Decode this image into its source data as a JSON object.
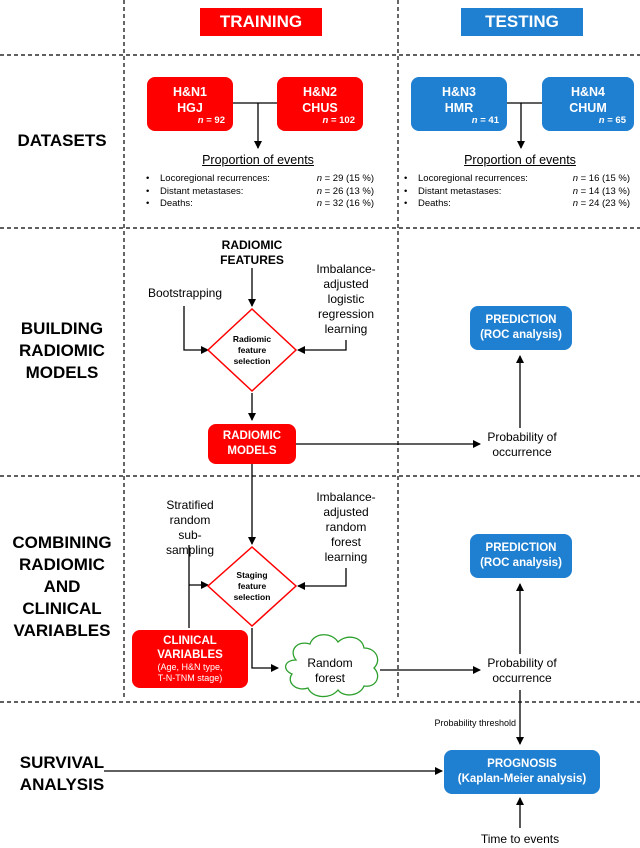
{
  "headers": {
    "training": "TRAINING",
    "testing": "TESTING"
  },
  "rows": {
    "datasets": [
      "DATASETS"
    ],
    "building": [
      "BUILDING",
      "RADIOMIC",
      "MODELS"
    ],
    "combining": [
      "COMBINING",
      "RADIOMIC",
      "AND",
      "CLINICAL",
      "VARIABLES"
    ],
    "survival": [
      "SURVIVAL",
      "ANALYSIS"
    ]
  },
  "datasets": {
    "training": [
      {
        "line1": "H&N1",
        "line2": "HGJ",
        "n_label": "n",
        "n_value": "= 92"
      },
      {
        "line1": "H&N2",
        "line2": "CHUS",
        "n_label": "n",
        "n_value": "= 102"
      }
    ],
    "testing": [
      {
        "line1": "H&N3",
        "line2": "HMR",
        "n_label": "n",
        "n_value": "= 41"
      },
      {
        "line1": "H&N4",
        "line2": "CHUM",
        "n_label": "n",
        "n_value": "= 65"
      }
    ]
  },
  "events": {
    "title": "Proportion of events",
    "bullet": "•",
    "training": [
      {
        "label": "Locoregional recurrences:",
        "n": "n",
        "value": "= 29 (15 %)"
      },
      {
        "label": "Distant metastases:",
        "n": "n",
        "value": "= 26 (13 %)"
      },
      {
        "label": "Deaths:",
        "n": "n",
        "value": "= 32 (16 %)"
      }
    ],
    "testing": [
      {
        "label": "Locoregional recurrences:",
        "n": "n",
        "value": "= 16 (15 %)"
      },
      {
        "label": "Distant metastases:",
        "n": "n",
        "value": "= 14 (13 %)"
      },
      {
        "label": "Deaths:",
        "n": "n",
        "value": "= 24 (23 %)"
      }
    ]
  },
  "building": {
    "features": [
      "RADIOMIC",
      "FEATURES"
    ],
    "bootstrapping": "Bootstrapping",
    "imbalance": [
      "Imbalance-",
      "adjusted",
      "logistic",
      "regression",
      "learning"
    ],
    "diamond": [
      "Radiomic",
      "feature",
      "selection"
    ],
    "models": [
      "RADIOMIC",
      "MODELS"
    ],
    "prediction": [
      "PREDICTION",
      "(ROC analysis)"
    ],
    "probability": [
      "Probability of",
      "occurrence"
    ]
  },
  "combining": {
    "stratified": [
      "Stratified",
      "random",
      "sub-",
      "sampling"
    ],
    "imbalance": [
      "Imbalance-",
      "adjusted",
      "random",
      "forest",
      "learning"
    ],
    "diamond": [
      "Staging",
      "feature",
      "selection"
    ],
    "clinical": [
      "CLINICAL",
      "VARIABLES",
      "(Age, H&N type,",
      "T-N-TNM stage)"
    ],
    "forest": [
      "Random",
      "forest"
    ],
    "prediction": [
      "PREDICTION",
      "(ROC analysis)"
    ],
    "probability": [
      "Probability of",
      "occurrence"
    ]
  },
  "survival": {
    "threshold": "Probability threshold",
    "prognosis": [
      "PROGNOSIS",
      "(Kaplan-Meier analysis)"
    ],
    "time": "Time to events"
  },
  "colors": {
    "red": "#ff0000",
    "blue": "#1f7fd0",
    "cloud_stroke": "#2ea02e"
  }
}
